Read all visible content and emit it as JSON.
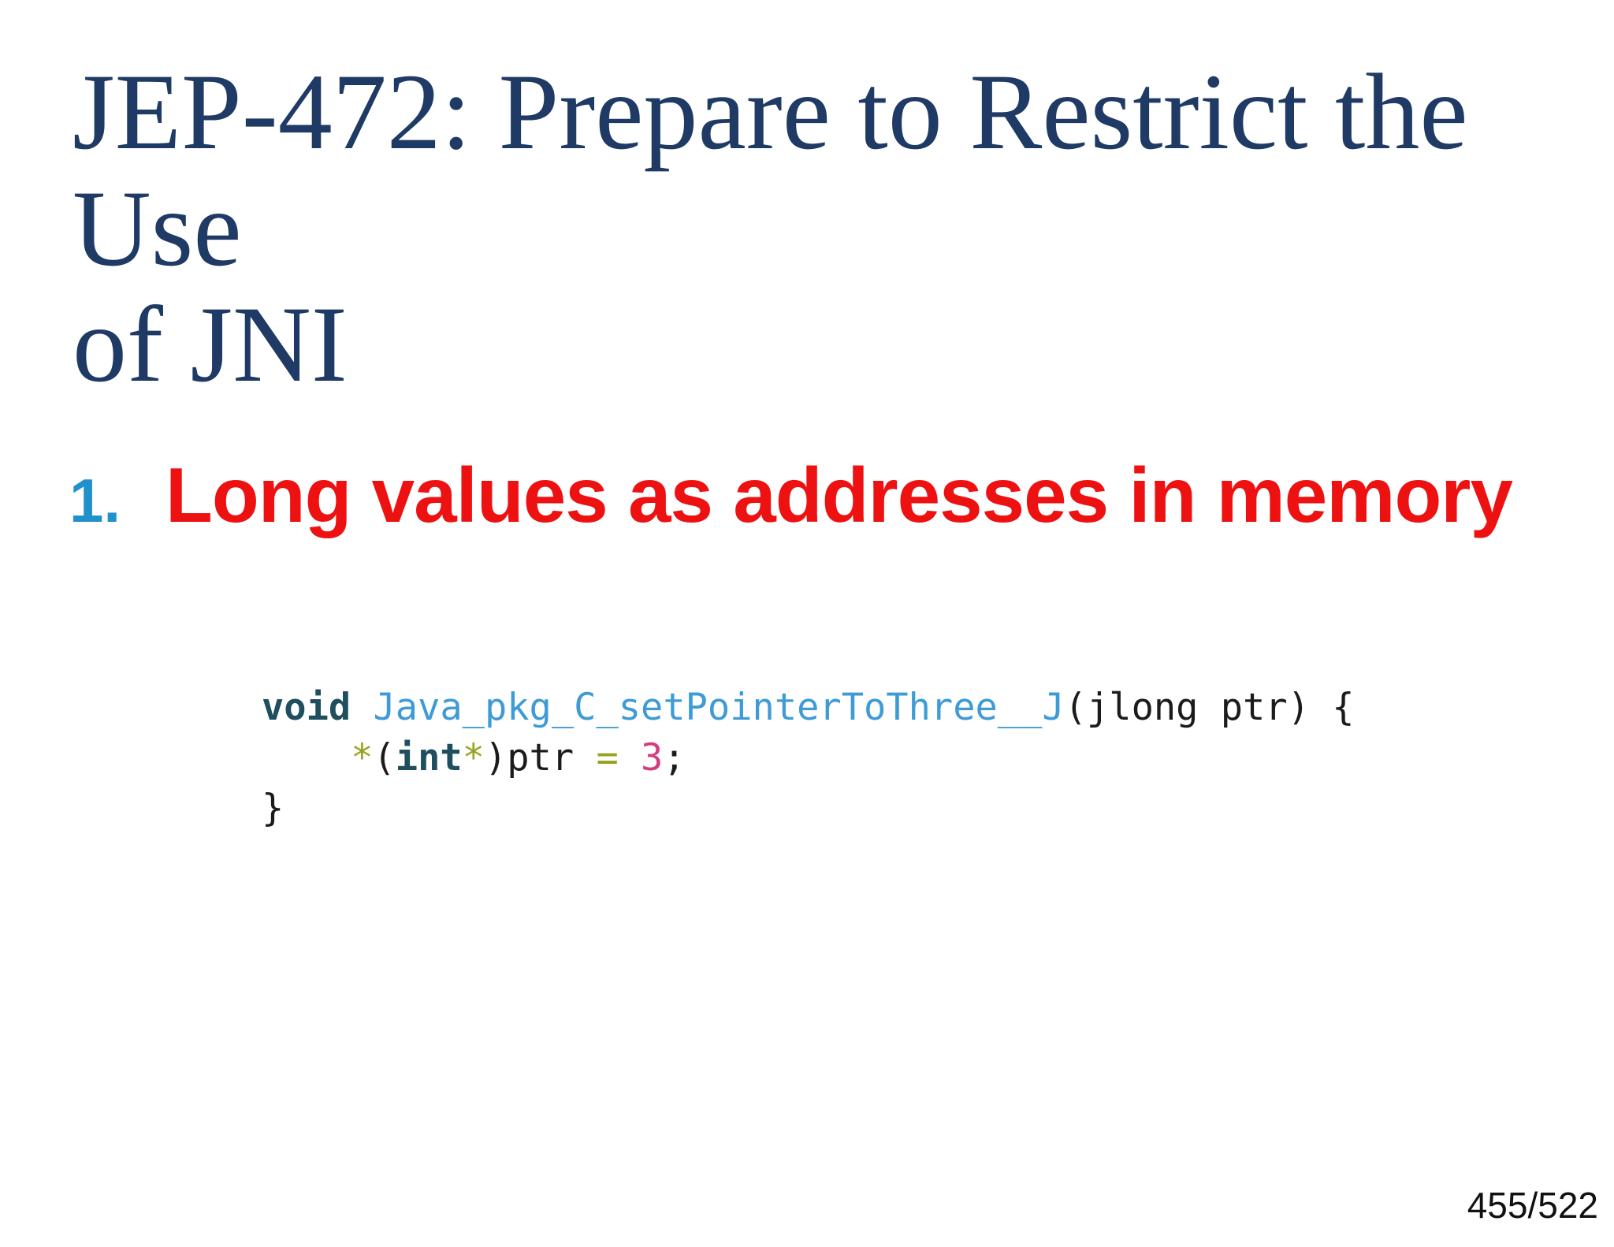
{
  "slide": {
    "title_lines": [
      "JEP-472: Prepare to Restrict the Use",
      "of JNI"
    ],
    "list_item": {
      "number": "1.",
      "text": "Long values as addresses in memory"
    },
    "code": {
      "language": "c",
      "lines": [
        [
          {
            "text": "void",
            "style": "keyword"
          },
          {
            "text": " ",
            "style": "plain"
          },
          {
            "text": "Java_pkg_C_setPointerToThree__J",
            "style": "function"
          },
          {
            "text": "(jlong ptr) {",
            "style": "plain"
          }
        ],
        [
          {
            "text": "    ",
            "style": "plain"
          },
          {
            "text": "*",
            "style": "operator"
          },
          {
            "text": "(",
            "style": "plain"
          },
          {
            "text": "int",
            "style": "keyword"
          },
          {
            "text": "*",
            "style": "operator"
          },
          {
            "text": ")ptr ",
            "style": "plain"
          },
          {
            "text": "=",
            "style": "operator"
          },
          {
            "text": " ",
            "style": "plain"
          },
          {
            "text": "3",
            "style": "number"
          },
          {
            "text": ";",
            "style": "plain"
          }
        ],
        [
          {
            "text": "}",
            "style": "plain"
          }
        ]
      ]
    },
    "page_indicator": "455/522",
    "colors": {
      "background": "#FFFFFF",
      "title": "#1F3A64",
      "list_number": "#2191CE",
      "heading": "#EE1111",
      "code_plain": "#1B1B1B",
      "code_keyword": "#1F4E5E",
      "code_function": "#3E9BD6",
      "code_operator": "#98A41F",
      "code_number": "#D33D7F",
      "page": "#111111"
    }
  }
}
